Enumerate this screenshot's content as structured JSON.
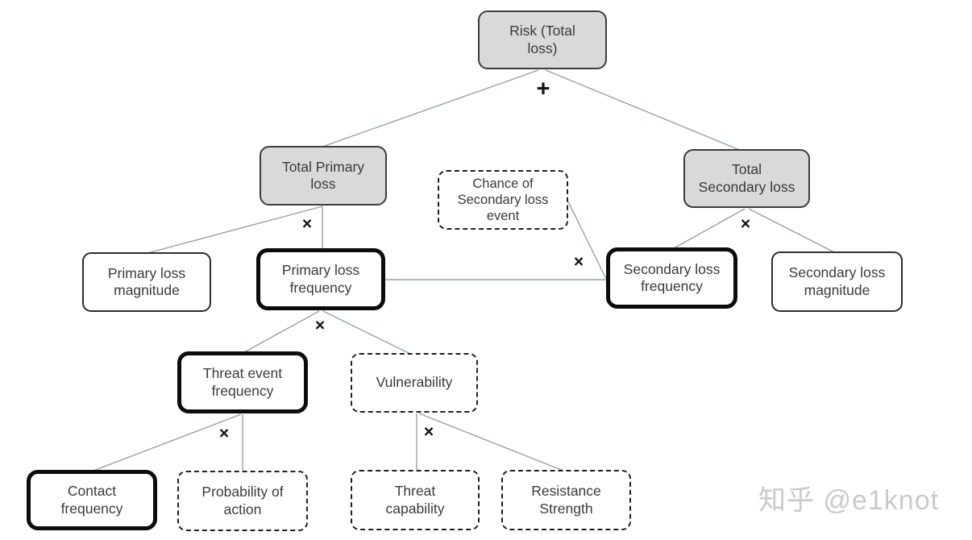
{
  "diagram": {
    "name": "risk-factoring-tree",
    "nodes": {
      "risk": {
        "label": "Risk (Total\nloss)",
        "border": "filled"
      },
      "total_primary_loss": {
        "label": "Total Primary\nloss",
        "border": "filled"
      },
      "chance_of_secondary_loss_event": {
        "label": "Chance of\nSecondary loss\nevent",
        "border": "dashed"
      },
      "total_secondary_loss": {
        "label": "Total\nSecondary loss",
        "border": "filled"
      },
      "primary_loss_magnitude": {
        "label": "Primary loss\nmagnitude",
        "border": "solid"
      },
      "primary_loss_frequency": {
        "label": "Primary loss\nfrequency",
        "border": "bold"
      },
      "secondary_loss_frequency": {
        "label": "Secondary loss\nfrequency",
        "border": "bold"
      },
      "secondary_loss_magnitude": {
        "label": "Secondary loss\nmagnitude",
        "border": "solid"
      },
      "threat_event_frequency": {
        "label": "Threat event\nfrequency",
        "border": "bold"
      },
      "vulnerability": {
        "label": "Vulnerability",
        "border": "dashed"
      },
      "contact_frequency": {
        "label": "Contact\nfrequency",
        "border": "bold"
      },
      "probability_of_action": {
        "label": "Probability of\naction",
        "border": "dashed"
      },
      "threat_capability": {
        "label": "Threat\ncapability",
        "border": "dashed"
      },
      "resistance_strength": {
        "label": "Resistance\nStrength",
        "border": "dashed"
      }
    },
    "operators": {
      "below_risk": "+",
      "below_total_primary_loss": "×",
      "below_total_secondary_loss": "×",
      "left_of_secondary_loss_frequency": "×",
      "below_primary_loss_frequency": "×",
      "below_threat_event_frequency": "×",
      "below_vulnerability": "×"
    },
    "edges": [
      {
        "from": "risk",
        "to": "total_primary_loss"
      },
      {
        "from": "risk",
        "to": "total_secondary_loss"
      },
      {
        "from": "total_primary_loss",
        "to": "primary_loss_magnitude"
      },
      {
        "from": "total_primary_loss",
        "to": "primary_loss_frequency"
      },
      {
        "from": "total_secondary_loss",
        "to": "secondary_loss_frequency"
      },
      {
        "from": "total_secondary_loss",
        "to": "secondary_loss_magnitude"
      },
      {
        "from": "chance_of_secondary_loss_event",
        "to": "secondary_loss_frequency"
      },
      {
        "from": "primary_loss_frequency",
        "to": "secondary_loss_frequency"
      },
      {
        "from": "primary_loss_frequency",
        "to": "threat_event_frequency"
      },
      {
        "from": "primary_loss_frequency",
        "to": "vulnerability"
      },
      {
        "from": "threat_event_frequency",
        "to": "contact_frequency"
      },
      {
        "from": "threat_event_frequency",
        "to": "probability_of_action"
      },
      {
        "from": "vulnerability",
        "to": "threat_capability"
      },
      {
        "from": "vulnerability",
        "to": "resistance_strength"
      }
    ],
    "colors": {
      "node_fill_gray": "#d9d9d9",
      "connector_line": "#94a0ae",
      "watermark": "#cacaca"
    },
    "watermark": "知乎 @e1knot"
  }
}
